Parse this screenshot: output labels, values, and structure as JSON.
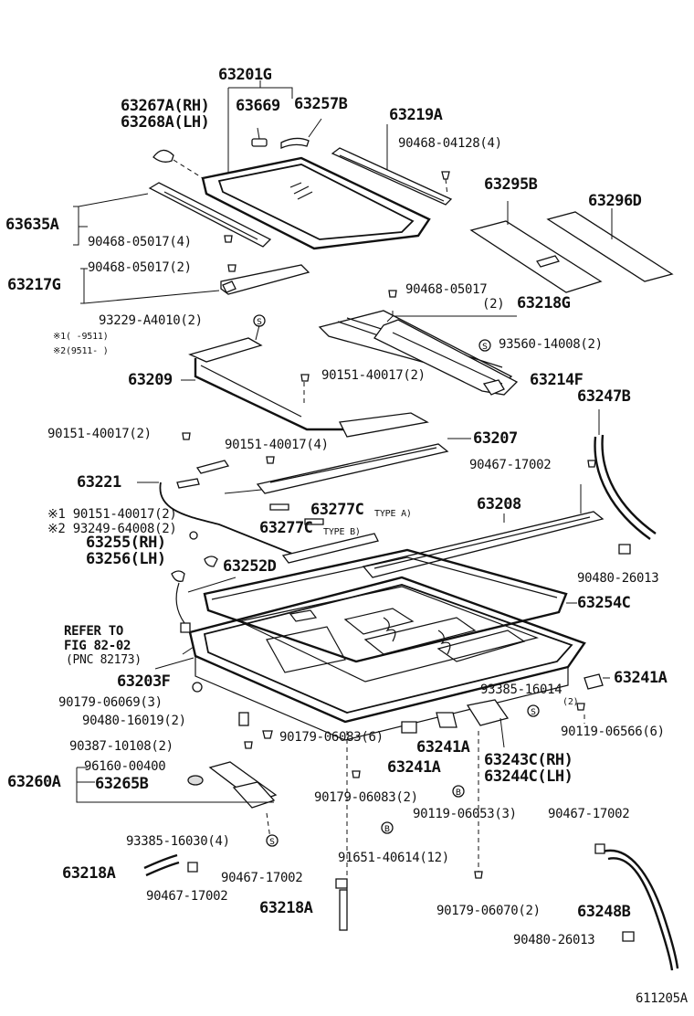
{
  "labels": {
    "p63201G": "63201G",
    "p63267A": "63267A(RH)",
    "p63268A": "63268A(LH)",
    "p63669": "63669",
    "p63257B": "63257B",
    "p63219A": "63219A",
    "b90468_04128": "90468-04128(4)",
    "p63295B": "63295B",
    "p63296D": "63296D",
    "p63635A": "63635A",
    "b90468_05017_4": "90468-05017(4)",
    "b90468_05017_2": "90468-05017(2)",
    "p63217G": "63217G",
    "b90468_05017_r": "90468-05017",
    "q2": "(2)",
    "p63218G": "63218G",
    "b93229": "93229-A4010(2)",
    "n1": "※1(    -9511)",
    "n2": "※2(9511-    )",
    "b93560": "93560-14008(2)",
    "p63209": "63209",
    "b90151_40017_2a": "90151-40017(2)",
    "p63214F": "63214F",
    "p63247B": "63247B",
    "b90151_40017_2b": "90151-40017(2)",
    "b90151_40017_4": "90151-40017(4)",
    "p63207": "63207",
    "b90467_17002_a": "90467-17002",
    "p63221": "63221",
    "p63208": "63208",
    "n1b": "※1 90151-40017(2)",
    "n2b": "※2 93249-64008(2)",
    "p63277Ca": "63277C",
    "typeA": "TYPE A)",
    "p63277Cb": "63277C",
    "typeB": "TYPE B)",
    "p63255": "63255(RH)",
    "p63256": "63256(LH)",
    "p63252D": "63252D",
    "b90480_26013_a": "90480-26013",
    "p63254C": "63254C",
    "refer1": "REFER TO",
    "refer2": "FIG 82-02",
    "refer3": "(PNC 82173)",
    "p63203F": "63203F",
    "b93385_16014": "93385-16014",
    "q2b": "(2)",
    "p63241A_a": "63241A",
    "b90179_06069": "90179-06069(3)",
    "b90480_16019": "90480-16019(2)",
    "b90119_06566": "90119-06566(6)",
    "b90387": "90387-10108(2)",
    "b90179_06083_6": "90179-06083(6)",
    "p63241A_b": "63241A",
    "p63241A_c": "63241A",
    "b96160": "96160-00400",
    "p63260A": "63260A",
    "p63265B": "63265B",
    "p63243C": "63243C(RH)",
    "p63244C": "63244C(LH)",
    "b90179_06083_2": "90179-06083(2)",
    "b90119_06053": "90119-06053(3)",
    "b90467_17002_b": "90467-17002",
    "b93385_16030": "93385-16030(4)",
    "b91651": "91651-40614(12)",
    "p63218A_a": "63218A",
    "b90467_17002_c": "90467-17002",
    "b90467_17002_d": "90467-17002",
    "p63218A_b": "63218A",
    "b90179_06070": "90179-06070(2)",
    "p63248B": "63248B",
    "b90480_26013_b": "90480-26013",
    "figno": "611205A"
  },
  "symbols": {
    "s_symbol": "S",
    "b_symbol": "B"
  }
}
